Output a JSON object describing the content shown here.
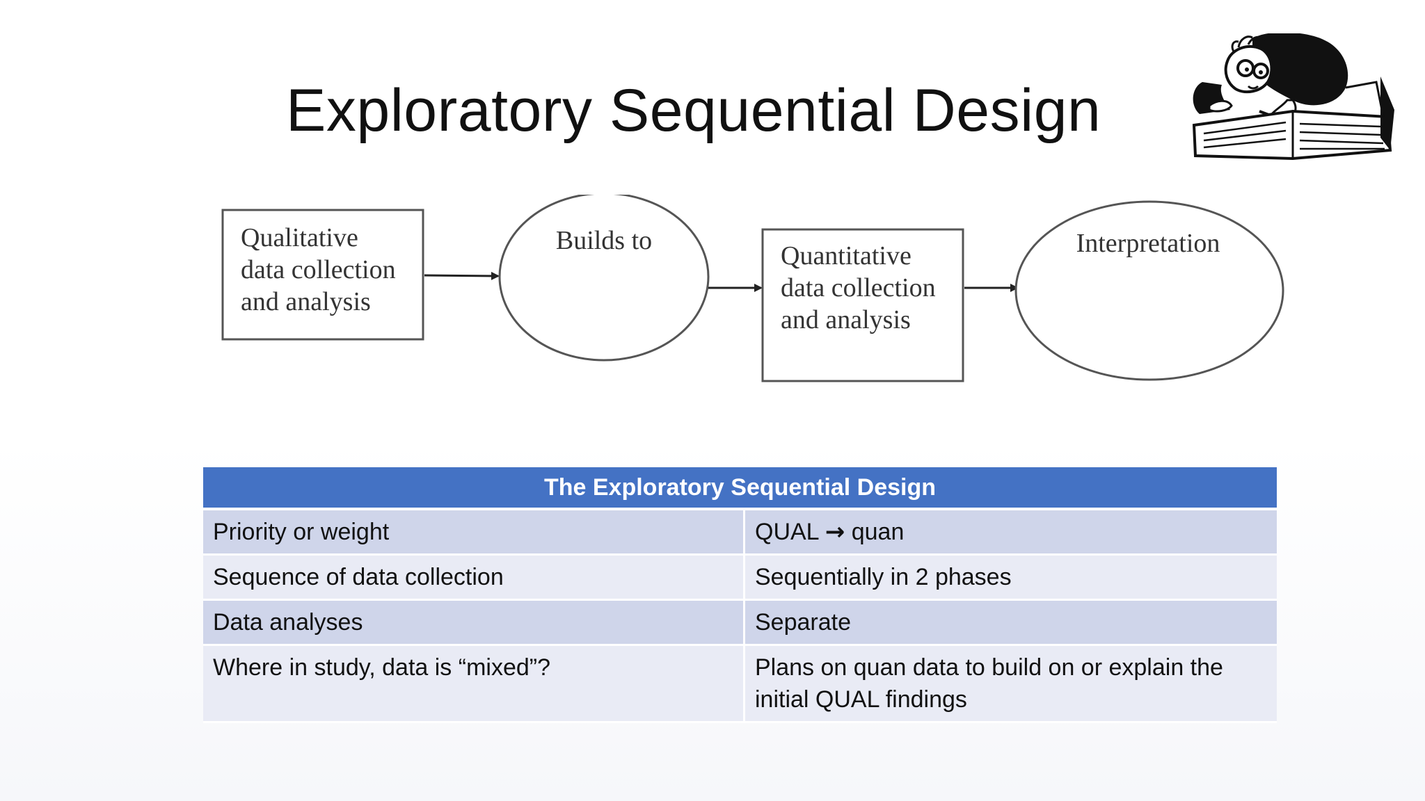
{
  "slide": {
    "title": "Exploratory Sequential Design",
    "clipart_icon": "reading-person-with-book-icon"
  },
  "diagram": {
    "nodes": [
      {
        "shape": "rectangle",
        "lines": [
          "Qualitative",
          "data collection",
          "and analysis"
        ]
      },
      {
        "shape": "ellipse",
        "lines": [
          "Builds to"
        ]
      },
      {
        "shape": "rectangle",
        "lines": [
          "Quantitative",
          "data collection",
          "and analysis"
        ]
      },
      {
        "shape": "ellipse",
        "lines": [
          "Interpretation"
        ]
      }
    ],
    "edges": [
      {
        "from": 0,
        "to": 1
      },
      {
        "from": 1,
        "to": 2
      },
      {
        "from": 2,
        "to": 3
      }
    ]
  },
  "table": {
    "header": "The Exploratory Sequential Design",
    "header_color": "#4472c4",
    "row_colors": [
      "#cfd5ea",
      "#e9ebf5"
    ],
    "rows": [
      {
        "label": "Priority or weight",
        "value_pre": "QUAL",
        "value_arrow": "→",
        "value_post": "quan"
      },
      {
        "label": "Sequence of data collection",
        "value": "Sequentially in 2 phases"
      },
      {
        "label": "Data analyses",
        "value": "Separate"
      },
      {
        "label": "Where in study, data is “mixed”?",
        "value_line1": "Plans on quan data to build on or explain the",
        "value_line2": "initial QUAL findings"
      }
    ]
  }
}
